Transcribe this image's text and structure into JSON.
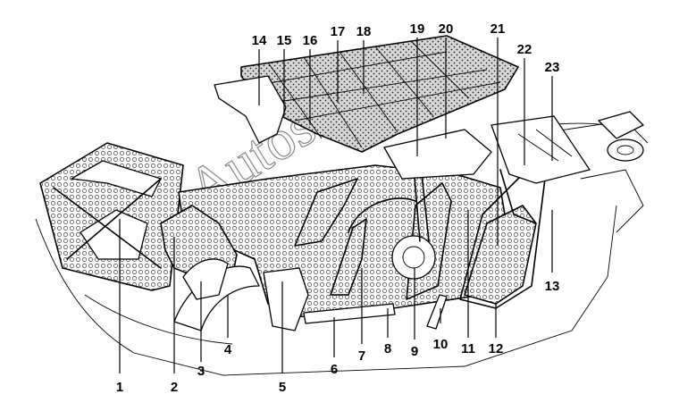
{
  "diagram": {
    "watermark": "Autoso",
    "callouts": [
      {
        "label": "1"
      },
      {
        "label": "2"
      },
      {
        "label": "3"
      },
      {
        "label": "4"
      },
      {
        "label": "5"
      },
      {
        "label": "6"
      },
      {
        "label": "7"
      },
      {
        "label": "8"
      },
      {
        "label": "9"
      },
      {
        "label": "10"
      },
      {
        "label": "11"
      },
      {
        "label": "12"
      },
      {
        "label": "13"
      },
      {
        "label": "14"
      },
      {
        "label": "15"
      },
      {
        "label": "16"
      },
      {
        "label": "17"
      },
      {
        "label": "18"
      },
      {
        "label": "19"
      },
      {
        "label": "20"
      },
      {
        "label": "21"
      },
      {
        "label": "22"
      },
      {
        "label": "23"
      }
    ]
  }
}
